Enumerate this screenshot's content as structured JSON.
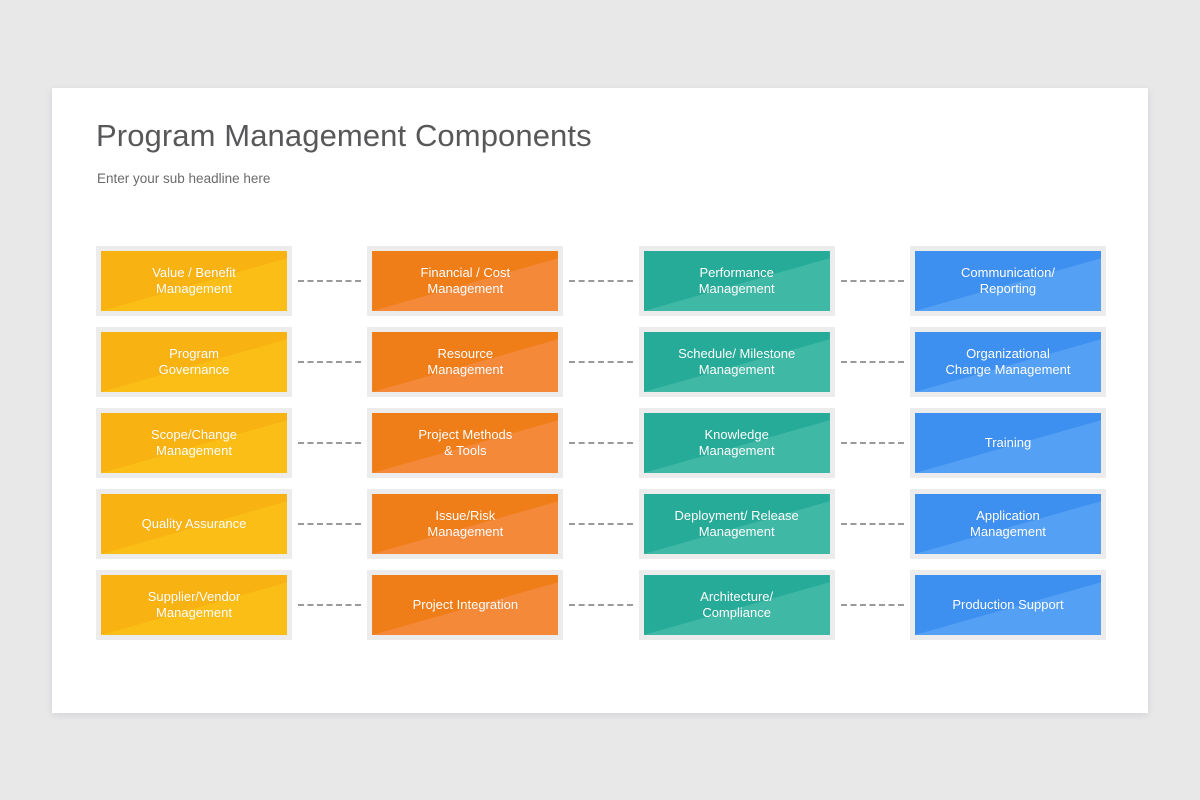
{
  "slide": {
    "title": "Program Management Components",
    "subtitle": "Enter your sub headline here",
    "background_color": "#e8e8e9",
    "canvas_color": "#ffffff",
    "title_color": "#58585a",
    "subtitle_color": "#6b6b6d",
    "connector_color": "#9a9a9a",
    "frame_color": "#ececec",
    "label_color": "#ffffff"
  },
  "columns": [
    {
      "index": 0,
      "color": "#fbbe16",
      "color_dark": "#f8b212",
      "items": [
        "Value / Benefit\nManagement",
        "Program\nGovernance",
        "Scope/Change\nManagement",
        "Quality Assurance",
        "Supplier/Vendor\nManagement"
      ]
    },
    {
      "index": 1,
      "color": "#f4893a",
      "color_dark": "#ef7d18",
      "items": [
        "Financial / Cost\nManagement",
        "Resource\nManagement",
        "Project Methods\n& Tools",
        "Issue/Risk\nManagement",
        "Project Integration"
      ]
    },
    {
      "index": 2,
      "color": "#3fb8a6",
      "color_dark": "#27ab99",
      "items": [
        "Performance\nManagement",
        "Schedule/ Milestone\nManagement",
        "Knowledge\nManagement",
        "Deployment/ Release\nManagement",
        "Architecture/\nCompliance"
      ]
    },
    {
      "index": 3,
      "color": "#54a0f5",
      "color_dark": "#3e90f0",
      "items": [
        "Communication/\nReporting",
        "Organizational\nChange Management",
        "Training",
        "Application\nManagement",
        "Production Support"
      ]
    }
  ]
}
